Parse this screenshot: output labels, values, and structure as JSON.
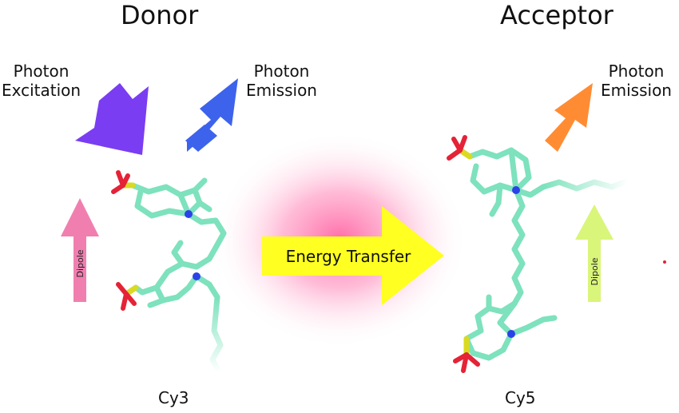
{
  "donor": {
    "title": "Donor",
    "excitation_label": "Photon\nExcitation",
    "emission_label": "Photon\nEmission",
    "dipole_label": "Dipole",
    "molecule_label": "Cy3"
  },
  "acceptor": {
    "title": "Acceptor",
    "emission_label": "Photon\nEmission",
    "dipole_label": "Dipole",
    "molecule_label": "Cy5"
  },
  "transfer": {
    "label": "Energy Transfer"
  },
  "colors": {
    "excitation_arrow": "#7a3df2",
    "donor_emission_arrow": "#3d63ec",
    "acceptor_emission_arrow": "#ff8c33",
    "donor_dipole": "#f07fb0",
    "acceptor_dipole": "#d9f57a",
    "transfer_arrow": "#ffff22",
    "transfer_glow": "#ff3c8c",
    "molecule_bond": "#7de2bd",
    "nitrogen": "#2a43e8",
    "sulfur": "#dada22",
    "oxygen": "#e52236"
  }
}
